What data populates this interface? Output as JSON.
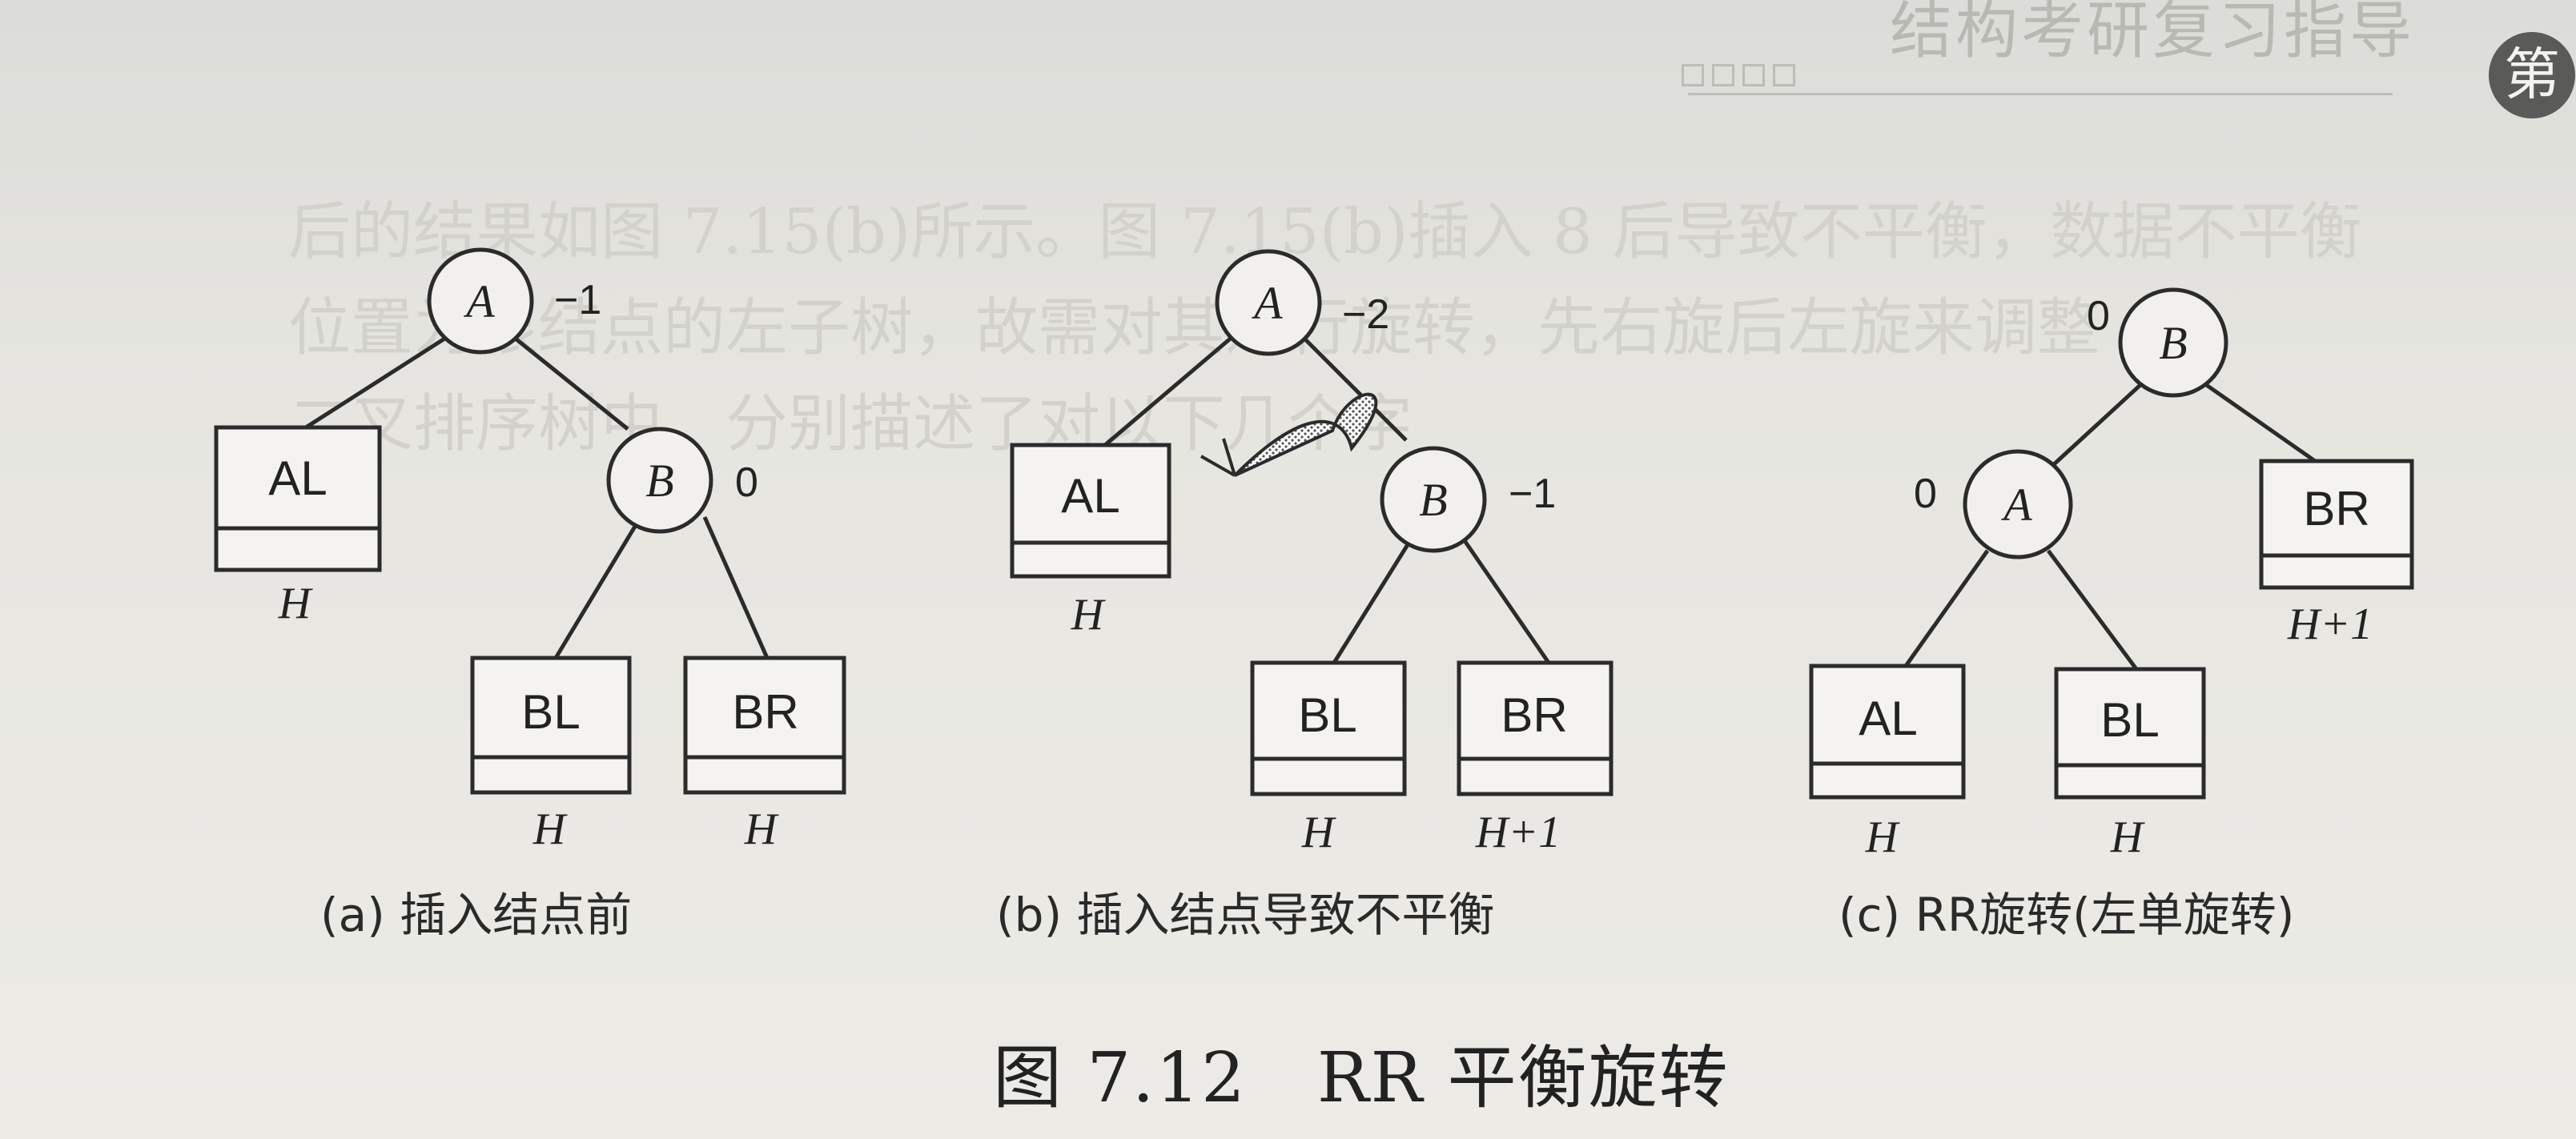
{
  "header": {
    "running_title": "结构考研复习指导",
    "chapter_badge": "第"
  },
  "background_text": [
    "后的结果如图 7.15(b)所示。图 7.15(b)插入 8 后导致不平衡，数据不平衡",
    "位置为根结点的左子树，故需对其进行旋转，先右旋后左旋来调整",
    "二叉排序树中，分别描述了对以下几个字"
  ],
  "panels": [
    {
      "caption": "(a) 插入结点前",
      "nodes": [
        {
          "id": "A",
          "label": "A",
          "balance": "−1"
        },
        {
          "id": "B",
          "label": "B",
          "balance": "0"
        }
      ],
      "subtrees": [
        {
          "label": "AL",
          "height": "H"
        },
        {
          "label": "BL",
          "height": "H"
        },
        {
          "label": "BR",
          "height": "H"
        }
      ]
    },
    {
      "caption": "(b) 插入结点导致不平衡",
      "nodes": [
        {
          "id": "A",
          "label": "A",
          "balance": "−2"
        },
        {
          "id": "B",
          "label": "B",
          "balance": "−1"
        }
      ],
      "subtrees": [
        {
          "label": "AL",
          "height": "H"
        },
        {
          "label": "BL",
          "height": "H"
        },
        {
          "label": "BR",
          "height": "H+1"
        }
      ]
    },
    {
      "caption": "(c) RR旋转(左单旋转)",
      "nodes": [
        {
          "id": "B",
          "label": "B",
          "balance": "0"
        },
        {
          "id": "A",
          "label": "A",
          "balance": "0"
        }
      ],
      "subtrees": [
        {
          "label": "BR",
          "height": "H+1"
        },
        {
          "label": "AL",
          "height": "H"
        },
        {
          "label": "BL",
          "height": "H"
        }
      ]
    }
  ],
  "figure_title": "图 7.12　RR 平衡旋转",
  "colors": {
    "ink": "#2b2b2b",
    "node_fill": "#f1f0ec",
    "box_fill": "#f4f3ef"
  }
}
